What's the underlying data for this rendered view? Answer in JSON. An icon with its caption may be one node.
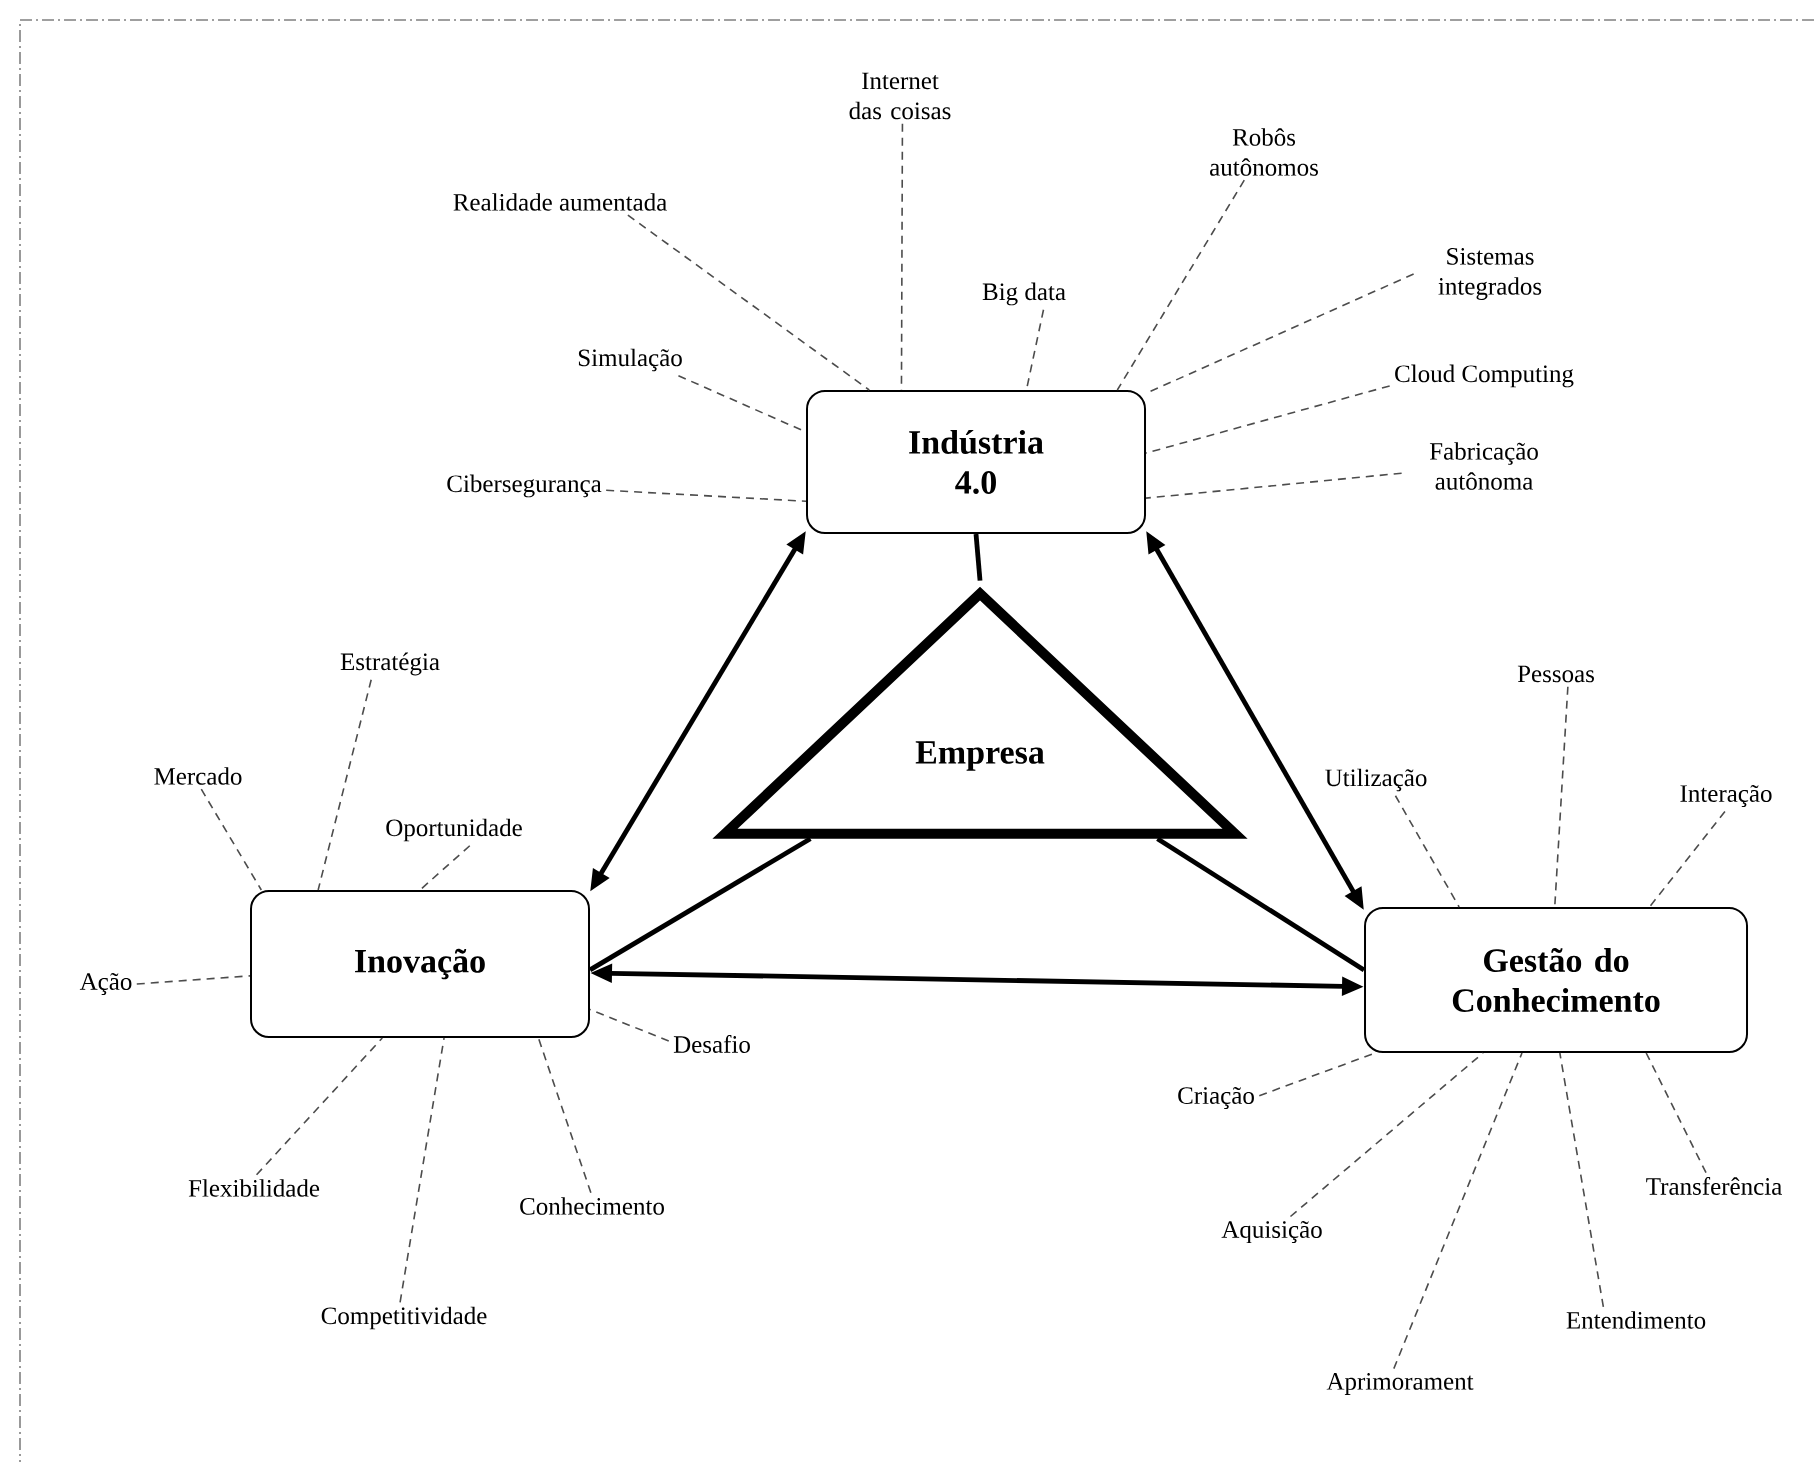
{
  "diagram": {
    "nodes": [
      {
        "text": [
          "Indústria 4.0"
        ]
      },
      {
        "text": [
          "Inovação"
        ]
      },
      {
        "text": [
          "Gestão do Conhecimento"
        ]
      },
      {
        "text": [
          "Empresa"
        ]
      },
      {
        "text": [
          "Internet das coisas"
        ]
      },
      {
        "text": [
          "Robôs autônomos"
        ]
      },
      {
        "text": [
          "Realidade aumentada"
        ]
      },
      {
        "text": [
          "Sistemas integrados"
        ]
      },
      {
        "text": [
          "Big data"
        ]
      },
      {
        "text": [
          "Simulação"
        ]
      },
      {
        "text": [
          "Cloud Computing"
        ]
      },
      {
        "text": [
          "Fabricação autônoma"
        ]
      },
      {
        "text": [
          "Cibersegurança"
        ]
      },
      {
        "text": [
          "Estratégia"
        ]
      },
      {
        "text": [
          "Mercado"
        ]
      },
      {
        "text": [
          "Oportunidade"
        ]
      },
      {
        "text": [
          "Ação"
        ]
      },
      {
        "text": [
          "Desafio"
        ]
      },
      {
        "text": [
          "Flexibilidade"
        ]
      },
      {
        "text": [
          "Conhecimento"
        ]
      },
      {
        "text": [
          "Competitividade"
        ]
      },
      {
        "text": [
          "Pessoas"
        ]
      },
      {
        "text": [
          "Utilização"
        ]
      },
      {
        "text": [
          "Interação"
        ]
      },
      {
        "text": [
          "Criação"
        ]
      },
      {
        "text": [
          "Transferência"
        ]
      },
      {
        "text": [
          "Aquisição"
        ]
      },
      {
        "text": [
          "Entendimento"
        ]
      },
      {
        "text": [
          "Aprimorament"
        ]
      }
    ],
    "edges": [
      {
        "from": 0,
        "to": 1,
        "arrow": "both",
        "style": "thick"
      },
      {
        "from": 0,
        "to": 2,
        "arrow": "both",
        "style": "thick"
      },
      {
        "from": 1,
        "to": 2,
        "arrow": "both",
        "style": "thick"
      },
      {
        "from": 3,
        "to": 0,
        "arrow": "none",
        "style": "thick"
      },
      {
        "from": 3,
        "to": 1,
        "arrow": "none",
        "style": "thick"
      },
      {
        "from": 3,
        "to": 2,
        "arrow": "none",
        "style": "thick"
      },
      {
        "from": 4,
        "to": 0,
        "arrow": "none",
        "style": "dashed"
      },
      {
        "from": 5,
        "to": 0,
        "arrow": "none",
        "style": "dashed"
      },
      {
        "from": 6,
        "to": 0,
        "arrow": "none",
        "style": "dashed"
      },
      {
        "from": 7,
        "to": 0,
        "arrow": "none",
        "style": "dashed"
      },
      {
        "from": 8,
        "to": 0,
        "arrow": "none",
        "style": "dashed"
      },
      {
        "from": 9,
        "to": 0,
        "arrow": "none",
        "style": "dashed"
      },
      {
        "from": 10,
        "to": 0,
        "arrow": "none",
        "style": "dashed"
      },
      {
        "from": 11,
        "to": 0,
        "arrow": "none",
        "style": "dashed"
      },
      {
        "from": 12,
        "to": 0,
        "arrow": "none",
        "style": "dashed"
      },
      {
        "from": 13,
        "to": 1,
        "arrow": "none",
        "style": "dashed"
      },
      {
        "from": 14,
        "to": 1,
        "arrow": "none",
        "style": "dashed"
      },
      {
        "from": 15,
        "to": 1,
        "arrow": "none",
        "style": "dashed"
      },
      {
        "from": 16,
        "to": 1,
        "arrow": "none",
        "style": "dashed"
      },
      {
        "from": 17,
        "to": 1,
        "arrow": "none",
        "style": "dashed"
      },
      {
        "from": 18,
        "to": 1,
        "arrow": "none",
        "style": "dashed"
      },
      {
        "from": 19,
        "to": 1,
        "arrow": "none",
        "style": "dashed"
      },
      {
        "from": 20,
        "to": 1,
        "arrow": "none",
        "style": "dashed"
      },
      {
        "from": 21,
        "to": 2,
        "arrow": "none",
        "style": "dashed"
      },
      {
        "from": 22,
        "to": 2,
        "arrow": "none",
        "style": "dashed"
      },
      {
        "from": 23,
        "to": 2,
        "arrow": "none",
        "style": "dashed"
      },
      {
        "from": 24,
        "to": 2,
        "arrow": "none",
        "style": "dashed"
      },
      {
        "from": 25,
        "to": 2,
        "arrow": "none",
        "style": "dashed"
      },
      {
        "from": 26,
        "to": 2,
        "arrow": "none",
        "style": "dashed"
      },
      {
        "from": 27,
        "to": 2,
        "arrow": "none",
        "style": "dashed"
      },
      {
        "from": 28,
        "to": 2,
        "arrow": "none",
        "style": "dashed"
      }
    ]
  }
}
